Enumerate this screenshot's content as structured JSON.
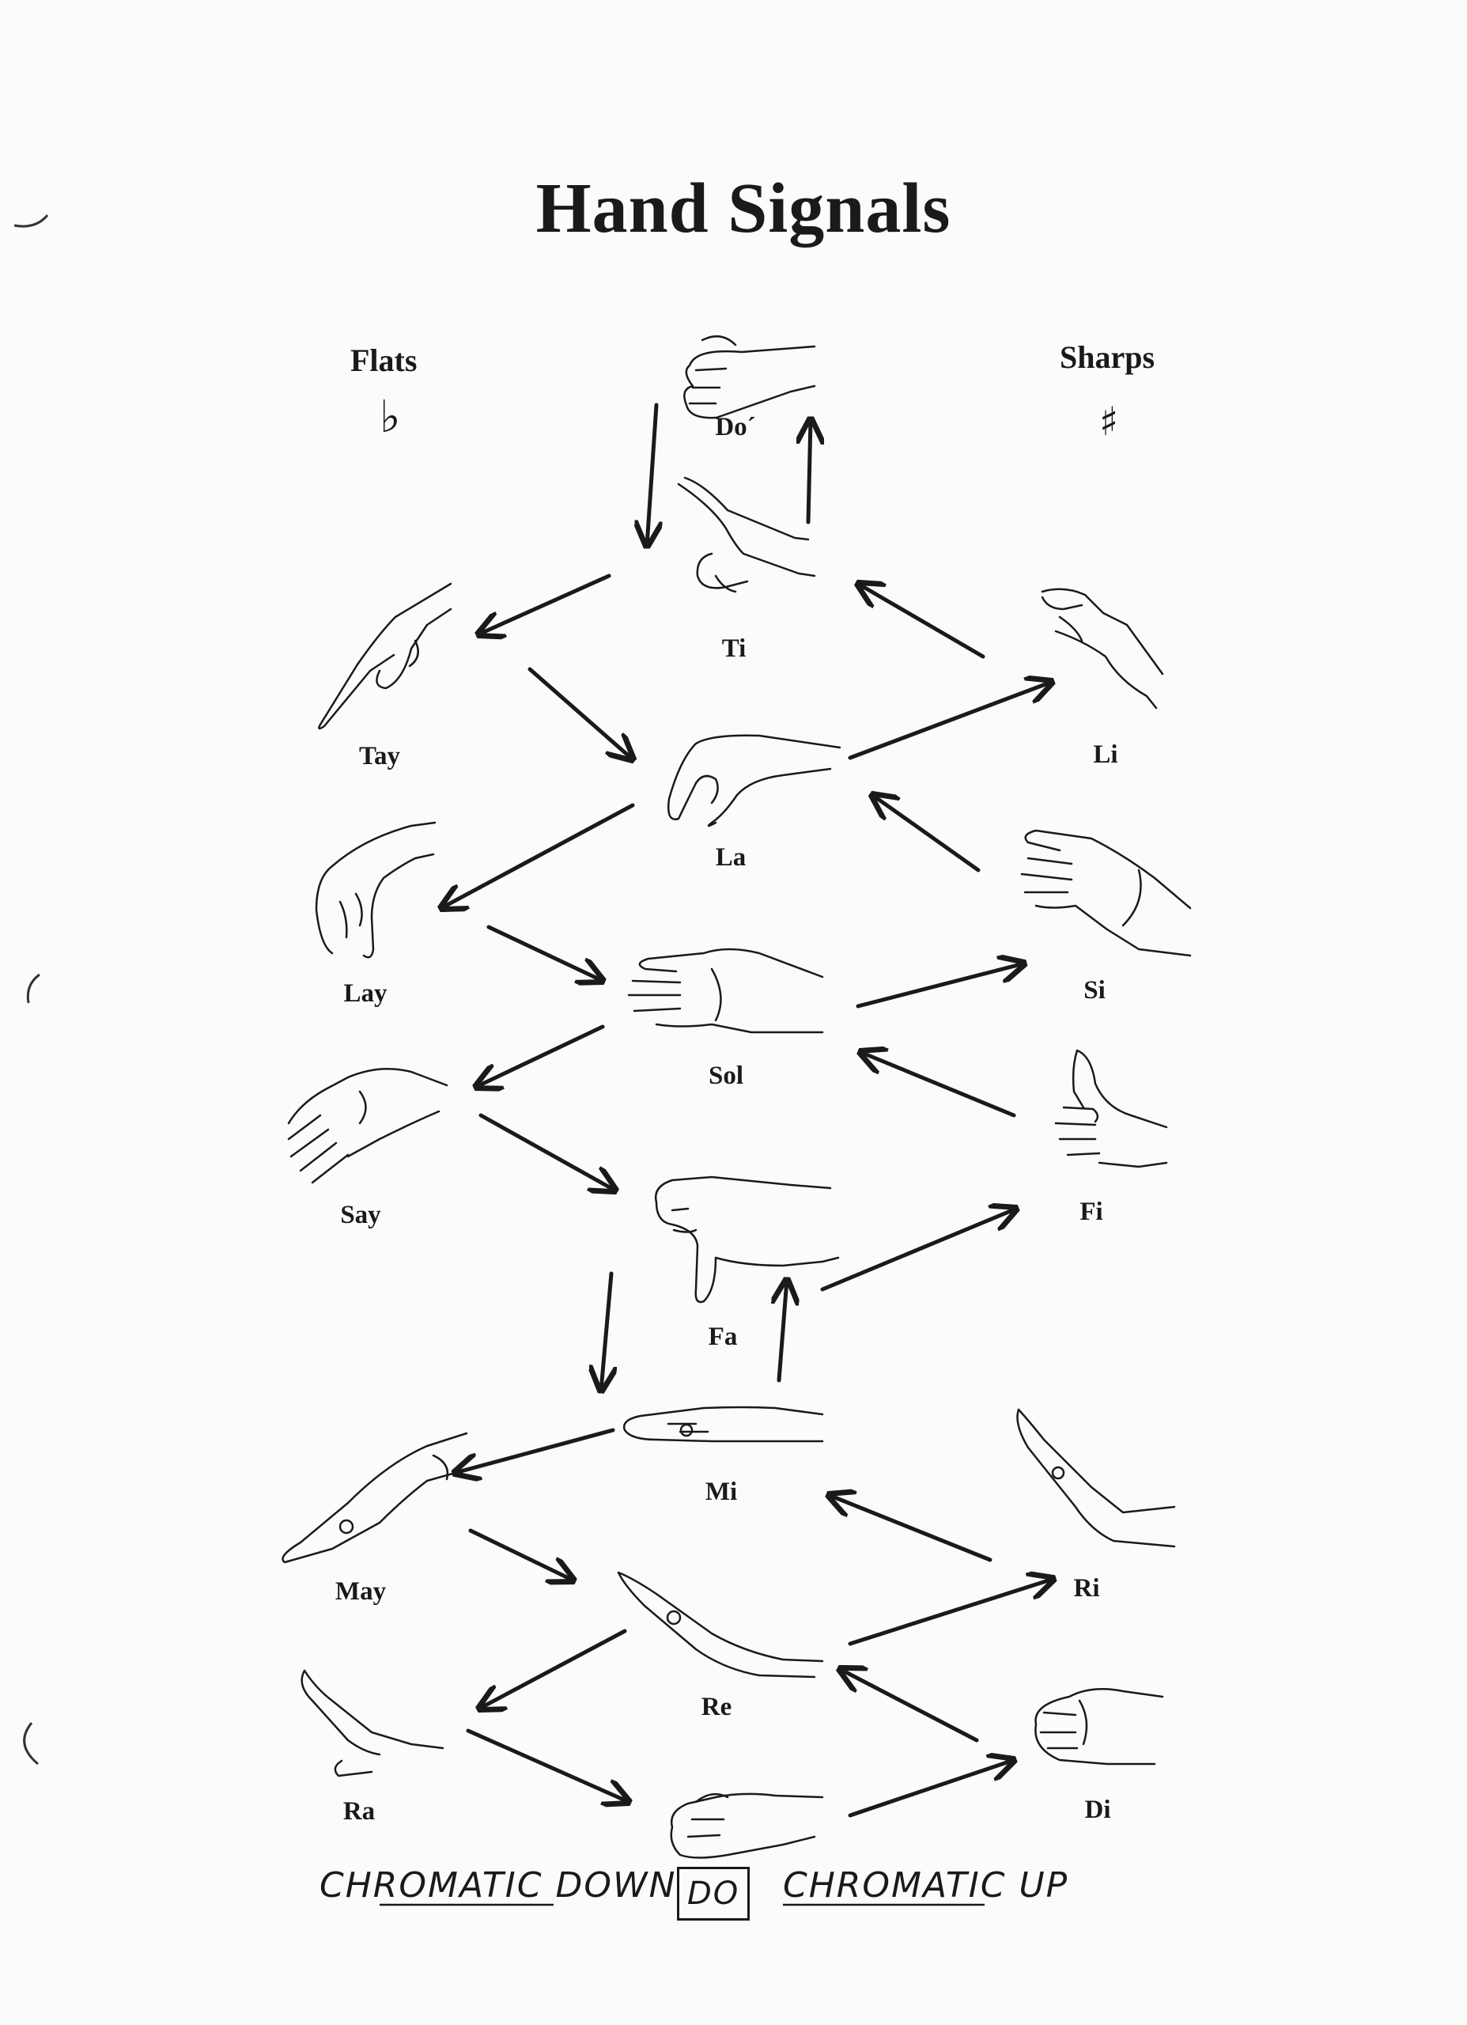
{
  "title": "Hand Signals",
  "headers": {
    "flats": "Flats",
    "sharps": "Sharps"
  },
  "symbols": {
    "flat": "♭",
    "sharp": "♯"
  },
  "syllables": {
    "do_high": "Do´",
    "ti": "Ti",
    "tay": "Tay",
    "li": "Li",
    "la": "La",
    "lay": "Lay",
    "si": "Si",
    "sol": "Sol",
    "say": "Say",
    "fi": "Fi",
    "fa": "Fa",
    "mi": "Mi",
    "may": "May",
    "ri": "Ri",
    "re": "Re",
    "ra": "Ra",
    "di": "Di"
  },
  "footer": {
    "chromatic_down": "CHROMATIC DOWN",
    "do": "DO",
    "chromatic_up": "CHROMATIC UP"
  },
  "hands": [
    "fist-hand-icon",
    "pointing-hand-icon",
    "flat-tilted-hand-icon",
    "hook-hand-icon",
    "cupped-down-hand-icon",
    "hook-hand-icon",
    "flat-hand-icon",
    "open-palm-hand-icon",
    "open-palm-hand-icon",
    "thumbs-up-hand-icon",
    "thumbs-down-hand-icon",
    "flat-hand-icon",
    "slanted-hand-icon",
    "slanted-hand-icon",
    "slanted-hand-icon",
    "slanted-hand-icon",
    "fist-hand-icon",
    "fist-hand-icon"
  ]
}
